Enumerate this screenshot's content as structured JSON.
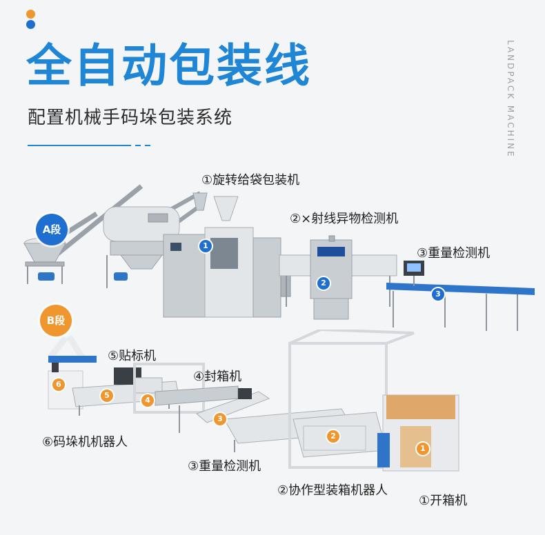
{
  "header": {
    "title": "全自动包装线",
    "subtitle": "配置机械手码垛包装系统",
    "brand_vertical": "LANDPACK MACHINE"
  },
  "colors": {
    "accent_blue": "#1f86d6",
    "badge_blue": "#1f6fd1",
    "badge_orange": "#f0962f",
    "dot_orange": "#f0962f",
    "dot_blue": "#1f6fd1"
  },
  "sections": {
    "a": {
      "label": "A段"
    },
    "b": {
      "label": "B段"
    }
  },
  "line_a": {
    "machines": [
      {
        "num": "1",
        "label": "①旋转给袋包装机"
      },
      {
        "num": "2",
        "label": "②×射线异物检测机"
      },
      {
        "num": "3",
        "label": "③重量检测机"
      }
    ]
  },
  "line_b": {
    "machines": [
      {
        "num": "5",
        "label": "⑤贴标机"
      },
      {
        "num": "4",
        "label": "④封箱机"
      },
      {
        "num": "6",
        "label": "⑥码垛机机器人"
      },
      {
        "num": "3",
        "label": "③重量检测机"
      },
      {
        "num": "2",
        "label": "②协作型装箱机器人"
      },
      {
        "num": "1",
        "label": "①开箱机"
      }
    ]
  }
}
